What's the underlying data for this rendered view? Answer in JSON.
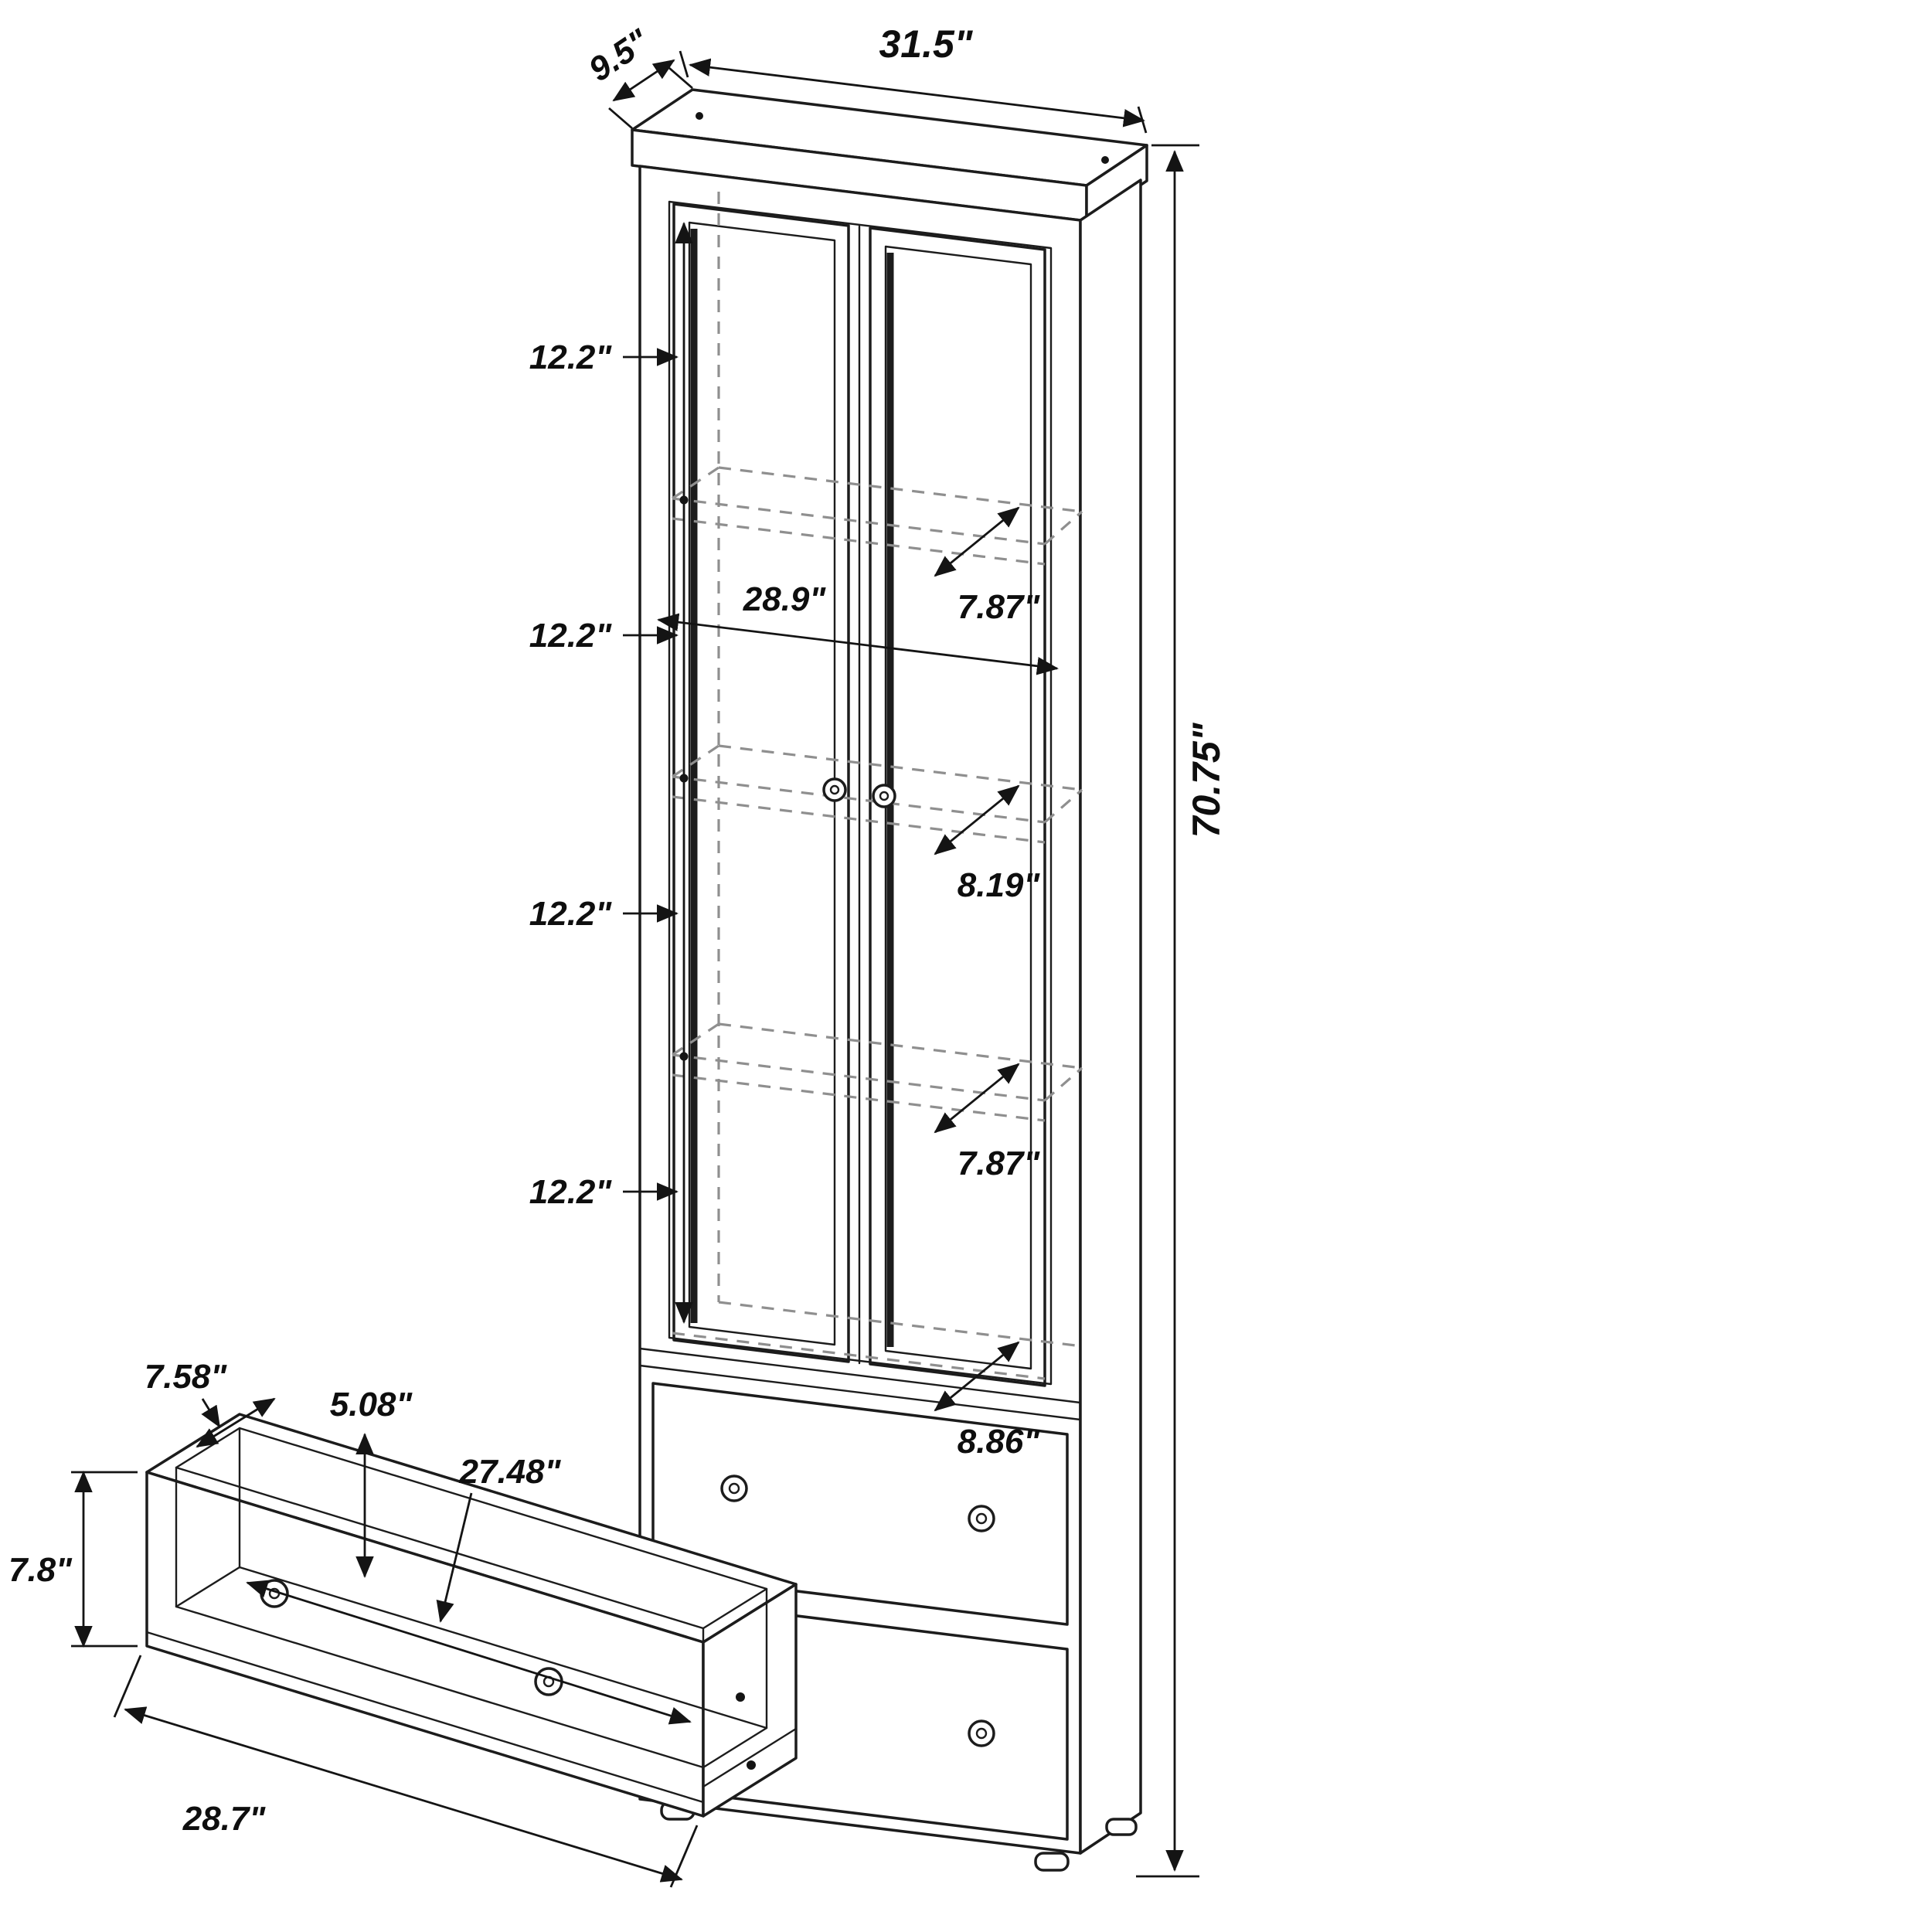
{
  "colors": {
    "line": "#1c1c1c",
    "dashed": "#8f8f8f",
    "background": "#ffffff"
  },
  "cabinet_view": {
    "depth_label": "9.5\"",
    "width_label": "31.5\"",
    "height_label": "70.75\"",
    "interior_width_label": "28.9\"",
    "shelf_gap_labels": [
      "12.2\"",
      "12.2\"",
      "12.2\"",
      "12.2\""
    ],
    "shelf_depth_labels": [
      "7.87\"",
      "8.19\"",
      "7.87\"",
      "8.86\""
    ]
  },
  "drawer_view": {
    "inner_depth_label": "7.58\"",
    "inner_height_label": "5.08\"",
    "inner_length_label": "27.48\"",
    "front_height_label": "7.8\"",
    "length_label": "28.7\""
  }
}
